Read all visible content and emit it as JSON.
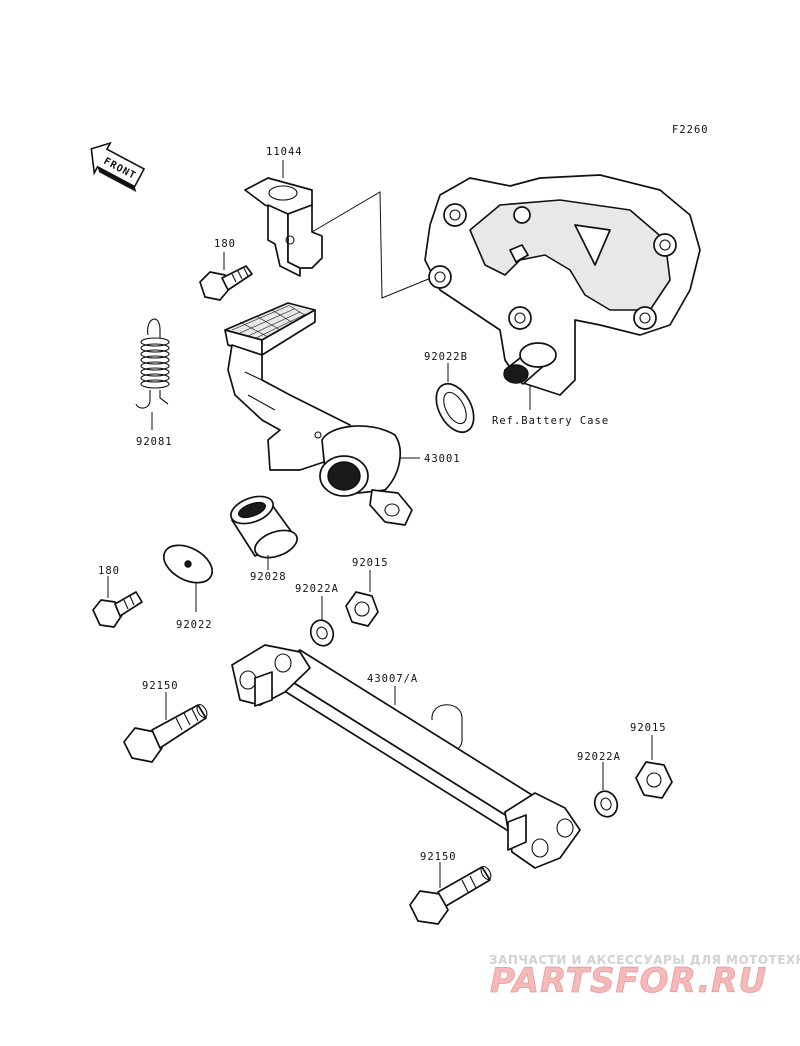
{
  "figure_code": "F2260",
  "front_label": "FRONT",
  "reference_label": "Ref.Battery Case",
  "parts": {
    "p11044": "11044",
    "p180_top": "180",
    "p92081": "92081",
    "p92022B": "92022B",
    "p43001": "43001",
    "p92028": "92028",
    "p180_mid": "180",
    "p92022": "92022",
    "p92015_top": "92015",
    "p92022A_top": "92022A",
    "p92150_top": "92150",
    "p43007A": "43007/A",
    "p92015_right": "92015",
    "p92022A_right": "92022A",
    "p92150_bottom": "92150"
  },
  "watermark": {
    "tagline": "ЗАПЧАСТИ И АКСЕССУАРЫ ДЛЯ МОТОТЕХНИКИ",
    "brand": "PARTSFOR.RU"
  }
}
